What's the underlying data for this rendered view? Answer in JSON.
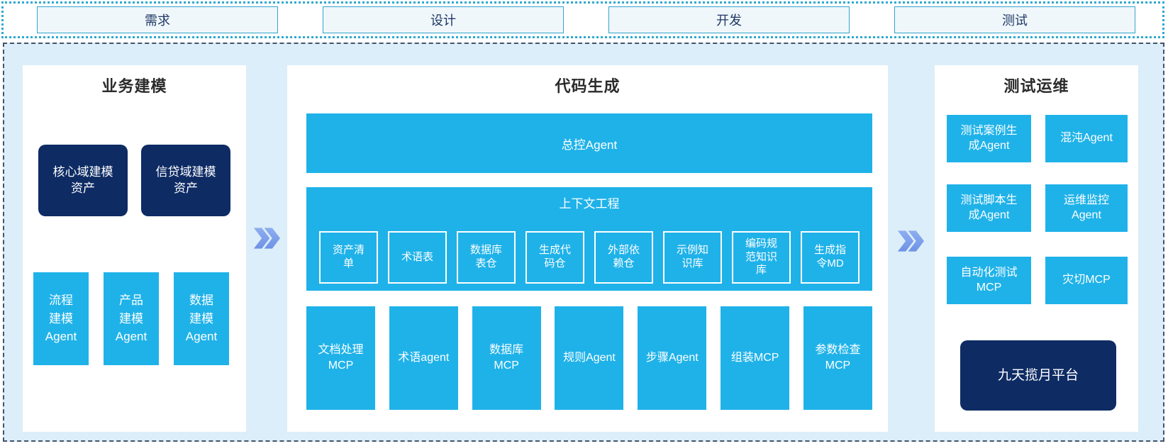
{
  "top_band": {
    "stages": [
      {
        "label": "需求"
      },
      {
        "label": "设计"
      },
      {
        "label": "开发"
      },
      {
        "label": "测试"
      }
    ]
  },
  "panels": {
    "business_modeling": {
      "title": "业务建模",
      "assets": [
        {
          "label": "核心域建模\n资产"
        },
        {
          "label": "信贷域建模\n资产"
        }
      ],
      "agents": [
        {
          "label": "流程\n建模\nAgent"
        },
        {
          "label": "产品\n建模\nAgent"
        },
        {
          "label": "数据\n建模\nAgent"
        }
      ]
    },
    "code_generation": {
      "title": "代码生成",
      "master_agent": "总控Agent",
      "context_engineering": {
        "title": "上下文工程",
        "items": [
          {
            "label": "资产清\n单"
          },
          {
            "label": "术语表"
          },
          {
            "label": "数据库\n表仓"
          },
          {
            "label": "生成代\n码仓"
          },
          {
            "label": "外部依\n赖仓"
          },
          {
            "label": "示例知\n识库"
          },
          {
            "label": "编码规\n范知识\n库"
          },
          {
            "label": "生成指\n令MD"
          }
        ]
      },
      "tools": [
        {
          "label": "文档处理\nMCP"
        },
        {
          "label": "术语agent"
        },
        {
          "label": "数据库\nMCP"
        },
        {
          "label": "规则Agent"
        },
        {
          "label": "步骤Agent"
        },
        {
          "label": "组装MCP"
        },
        {
          "label": "参数检查\nMCP"
        }
      ]
    },
    "test_ops": {
      "title": "测试运维",
      "boxes": [
        {
          "label": "测试案例生\n成Agent"
        },
        {
          "label": "混沌Agent"
        },
        {
          "label": "测试脚本生\n成Agent"
        },
        {
          "label": "运维监控\nAgent"
        },
        {
          "label": "自动化测试\nMCP"
        },
        {
          "label": "灾切MCP"
        }
      ],
      "platform": {
        "label": "九天揽月平台"
      }
    }
  },
  "icons": {
    "flow_arrow": "double-chevron-right"
  },
  "colors": {
    "cyan": "#1FB2E9",
    "navy": "#0E2B64",
    "container_fill": "#DCEEF9",
    "stage_fill": "#F0F7FB",
    "stage_border": "#34A3CB",
    "dashed_border": "#44546A",
    "dotted_border": "#2EA9CF",
    "chevron": "#7D9EE9",
    "stage_text": "#1F3864",
    "title_text": "#2B2B2B"
  }
}
